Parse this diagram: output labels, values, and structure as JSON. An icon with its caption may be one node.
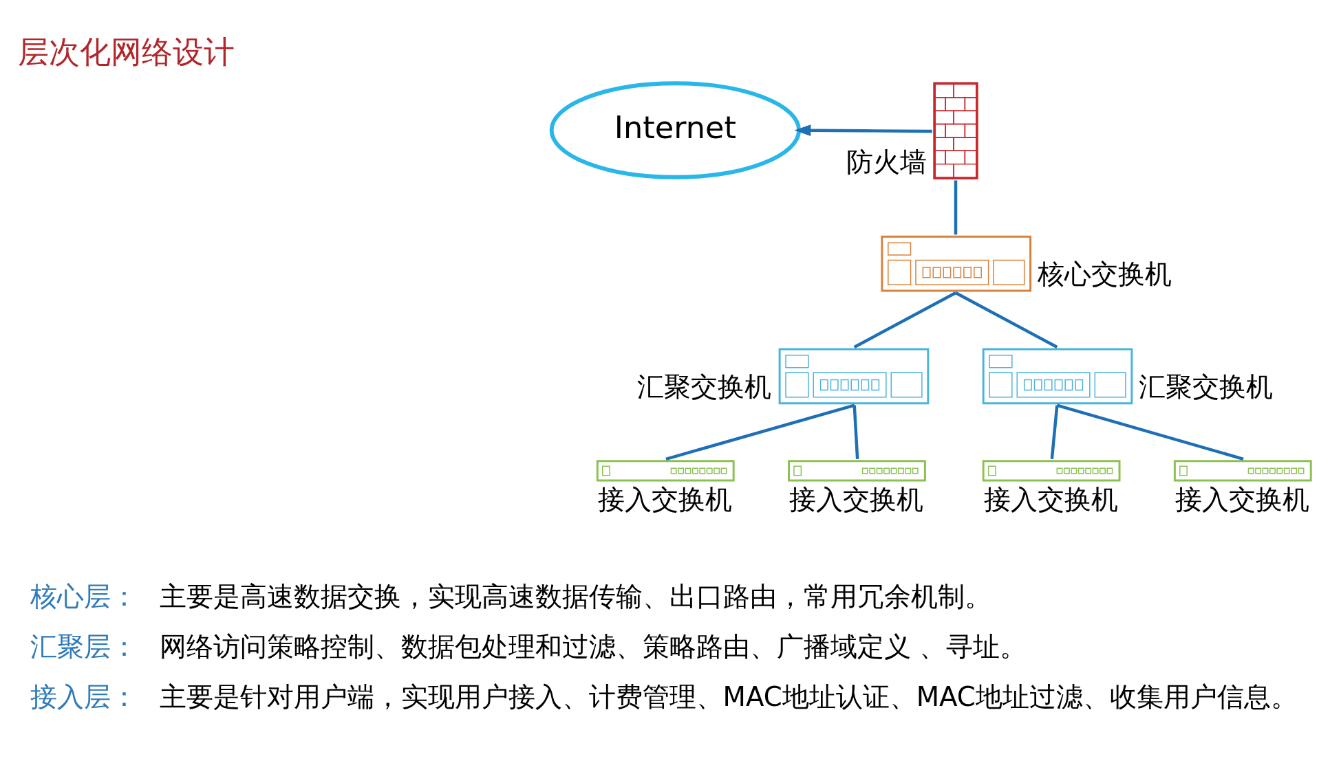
{
  "diagram": {
    "title": "层次化网络设计",
    "nodes": [
      {
        "text": [
          "Internet"
        ]
      },
      {
        "text": [],
        "shape": "picture",
        "beside": [
          "防火墙"
        ]
      },
      {
        "text": [],
        "shape": "picture",
        "beside": [
          "核心交换机"
        ]
      },
      {
        "text": [],
        "shape": "picture",
        "beside": [
          "汇聚交换机"
        ]
      },
      {
        "text": [],
        "shape": "picture",
        "beside": [
          "汇聚交换机"
        ]
      },
      {
        "text": [],
        "shape": "picture",
        "beside": [
          "接入交换机"
        ]
      },
      {
        "text": [],
        "shape": "picture",
        "beside": [
          "接入交换机"
        ]
      },
      {
        "text": [],
        "shape": "picture",
        "beside": [
          "接入交换机"
        ]
      },
      {
        "text": [],
        "shape": "picture",
        "beside": [
          "接入交换机"
        ]
      }
    ],
    "edges": [
      {
        "from": 1,
        "to": 0,
        "arrow": "to"
      },
      {
        "from": 1,
        "to": 2,
        "arrow": "none"
      },
      {
        "from": 2,
        "to": 3,
        "arrow": "none"
      },
      {
        "from": 2,
        "to": 4,
        "arrow": "none"
      },
      {
        "from": 3,
        "to": 5,
        "arrow": "none"
      },
      {
        "from": 3,
        "to": 6,
        "arrow": "none"
      },
      {
        "from": 4,
        "to": 7,
        "arrow": "none"
      },
      {
        "from": 4,
        "to": 8,
        "arrow": "none"
      }
    ],
    "labels": [
      "核心层：",
      "主要是高速数据交换，实现高速数据传输、出口路由，常用冗余机制。",
      "汇聚层：",
      "网络访问策略控制、数据包处理和过滤、策略路由、广播域定义 、寻址。",
      "接入层：",
      "主要是针对用户端，实现用户接入、计费管理、MAC地址认证、MAC地址过滤、收集用户信息。"
    ]
  }
}
